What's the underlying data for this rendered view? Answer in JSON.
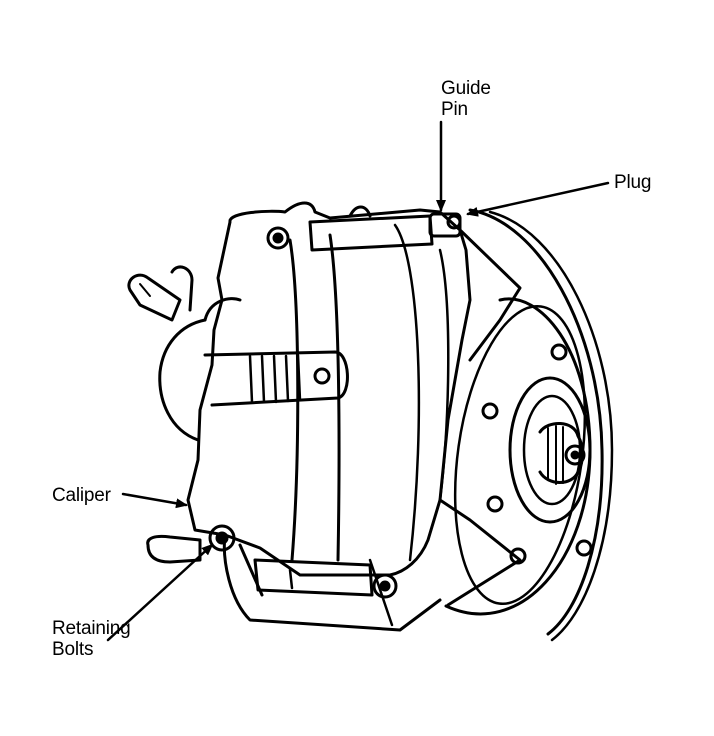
{
  "diagram": {
    "labels": {
      "guide_pin": [
        "Guide",
        "Pin"
      ],
      "plug": "Plug",
      "caliper": "Caliper",
      "retaining_bolts": [
        "Retaining",
        "Bolts"
      ]
    },
    "colors": {
      "ink": "#000000",
      "paper": "#ffffff"
    }
  }
}
